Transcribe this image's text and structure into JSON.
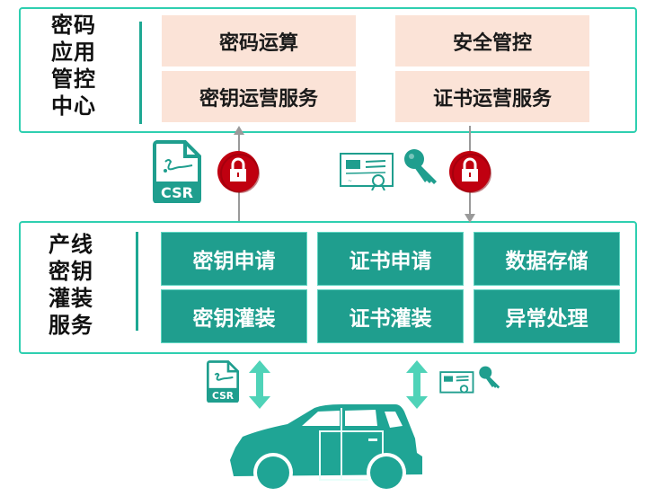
{
  "top_panel": {
    "title_lines": [
      "密码",
      "应用",
      "管控",
      "中心"
    ],
    "boxes": [
      "密码运算",
      "密钥运营服务",
      "安全管控",
      "证书运营服务"
    ]
  },
  "bottom_panel": {
    "title_lines": [
      "产线",
      "密钥",
      "灌装",
      "服务"
    ],
    "boxes": [
      "密钥申请",
      "证书申请",
      "数据存储",
      "密钥灌装",
      "证书灌装",
      "异常处理"
    ]
  },
  "icons": {
    "csr_label": "CSR",
    "csr_label_small": "CSR"
  },
  "colors": {
    "panel_border": "#2ecfb0",
    "peach_box": "#fbe3d7",
    "teal_box": "#1f9e8e",
    "lock_red": "#c00010",
    "car_teal": "#1fa595",
    "arrow_teal": "#4fd3b8"
  }
}
